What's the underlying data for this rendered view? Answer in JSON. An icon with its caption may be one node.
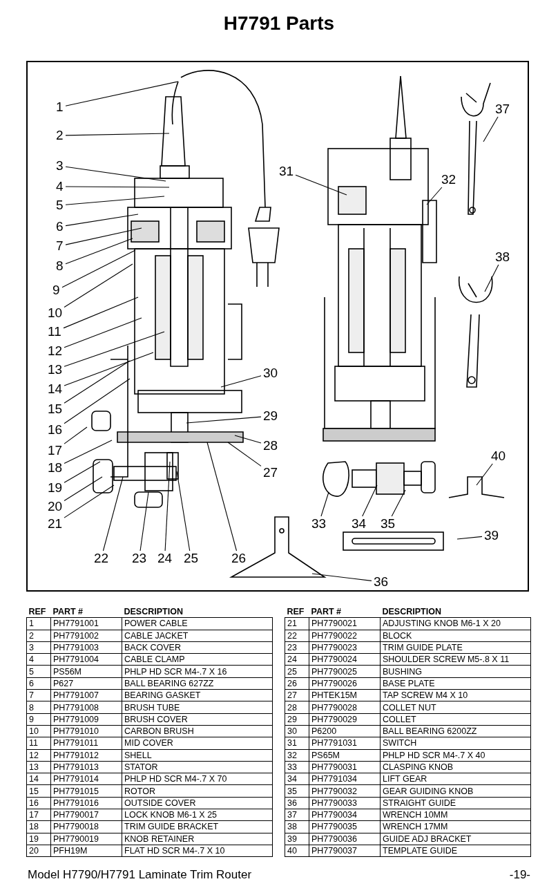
{
  "diagram": {
    "title": "H7791 Parts",
    "nodes": [
      {
        "text": [
          "1"
        ]
      },
      {
        "text": [
          "2"
        ]
      },
      {
        "text": [
          "3"
        ]
      },
      {
        "text": [
          "4"
        ]
      },
      {
        "text": [
          "5"
        ]
      },
      {
        "text": [
          "6"
        ]
      },
      {
        "text": [
          "7"
        ]
      },
      {
        "text": [
          "8"
        ]
      },
      {
        "text": [
          "9"
        ]
      },
      {
        "text": [
          "10"
        ]
      },
      {
        "text": [
          "11"
        ]
      },
      {
        "text": [
          "12"
        ]
      },
      {
        "text": [
          "13"
        ]
      },
      {
        "text": [
          "14"
        ]
      },
      {
        "text": [
          "15"
        ]
      },
      {
        "text": [
          "16"
        ]
      },
      {
        "text": [
          "17"
        ]
      },
      {
        "text": [
          "18"
        ]
      },
      {
        "text": [
          "19"
        ]
      },
      {
        "text": [
          "20"
        ]
      },
      {
        "text": [
          "21"
        ]
      },
      {
        "text": [
          "22"
        ]
      },
      {
        "text": [
          "23"
        ]
      },
      {
        "text": [
          "24"
        ]
      },
      {
        "text": [
          "25"
        ]
      },
      {
        "text": [
          "26"
        ]
      },
      {
        "text": [
          "27"
        ]
      },
      {
        "text": [
          "28"
        ]
      },
      {
        "text": [
          "29"
        ]
      },
      {
        "text": [
          "30"
        ]
      },
      {
        "text": [
          "31"
        ]
      },
      {
        "text": [
          "32"
        ]
      },
      {
        "text": [
          "33"
        ]
      },
      {
        "text": [
          "34"
        ]
      },
      {
        "text": [
          "35"
        ]
      },
      {
        "text": [
          "36"
        ]
      },
      {
        "text": [
          "37"
        ]
      },
      {
        "text": [
          "38"
        ]
      },
      {
        "text": [
          "39"
        ]
      },
      {
        "text": [
          "40"
        ]
      }
    ],
    "edges": [
      {
        "from": 0,
        "to": null,
        "arrow": "none"
      },
      {
        "from": 1,
        "to": null,
        "arrow": "none"
      },
      {
        "from": 2,
        "to": null,
        "arrow": "none"
      },
      {
        "from": 3,
        "to": null,
        "arrow": "none"
      },
      {
        "from": 4,
        "to": null,
        "arrow": "none"
      },
      {
        "from": 5,
        "to": null,
        "arrow": "none"
      },
      {
        "from": 6,
        "to": null,
        "arrow": "none"
      },
      {
        "from": 7,
        "to": null,
        "arrow": "none"
      },
      {
        "from": 8,
        "to": null,
        "arrow": "none"
      },
      {
        "from": 9,
        "to": null,
        "arrow": "none"
      },
      {
        "from": 10,
        "to": null,
        "arrow": "none"
      },
      {
        "from": 11,
        "to": null,
        "arrow": "none"
      },
      {
        "from": 12,
        "to": null,
        "arrow": "none"
      },
      {
        "from": 13,
        "to": null,
        "arrow": "none"
      },
      {
        "from": 14,
        "to": null,
        "arrow": "none"
      },
      {
        "from": 15,
        "to": null,
        "arrow": "none"
      },
      {
        "from": 16,
        "to": null,
        "arrow": "none"
      },
      {
        "from": 17,
        "to": null,
        "arrow": "none"
      },
      {
        "from": 18,
        "to": null,
        "arrow": "none"
      },
      {
        "from": 19,
        "to": null,
        "arrow": "none"
      },
      {
        "from": 20,
        "to": null,
        "arrow": "none"
      },
      {
        "from": 21,
        "to": null,
        "arrow": "none"
      },
      {
        "from": 22,
        "to": null,
        "arrow": "none"
      },
      {
        "from": 23,
        "to": null,
        "arrow": "none"
      },
      {
        "from": 24,
        "to": null,
        "arrow": "none"
      },
      {
        "from": 25,
        "to": null,
        "arrow": "none"
      },
      {
        "from": 26,
        "to": null,
        "arrow": "none"
      },
      {
        "from": 27,
        "to": null,
        "arrow": "none"
      },
      {
        "from": 28,
        "to": null,
        "arrow": "none"
      },
      {
        "from": 29,
        "to": null,
        "arrow": "none"
      },
      {
        "from": 30,
        "to": null,
        "arrow": "none"
      },
      {
        "from": 31,
        "to": null,
        "arrow": "none"
      },
      {
        "from": 32,
        "to": null,
        "arrow": "none"
      },
      {
        "from": 33,
        "to": null,
        "arrow": "none"
      },
      {
        "from": 34,
        "to": null,
        "arrow": "none"
      },
      {
        "from": 35,
        "to": null,
        "arrow": "none"
      },
      {
        "from": 36,
        "to": null,
        "arrow": "none"
      },
      {
        "from": 37,
        "to": null,
        "arrow": "none"
      },
      {
        "from": 38,
        "to": null,
        "arrow": "none"
      },
      {
        "from": 39,
        "to": null,
        "arrow": "none"
      }
    ],
    "labels": [
      "REF",
      "PART #",
      "DESCRIPTION",
      "1",
      "PH7791001",
      "POWER CABLE",
      "2",
      "PH7791002",
      "CABLE JACKET",
      "3",
      "PH7791003",
      "BACK COVER",
      "4",
      "PH7791004",
      "CABLE CLAMP",
      "5",
      "PS56M",
      "PHLP HD SCR M4-.7 X 16",
      "6",
      "P627",
      "BALL BEARING 627ZZ",
      "7",
      "PH7791007",
      "BEARING GASKET",
      "8",
      "PH7791008",
      "BRUSH TUBE",
      "9",
      "PH7791009",
      "BRUSH COVER",
      "10",
      "PH7791010",
      "CARBON BRUSH",
      "11",
      "PH7791011",
      "MID COVER",
      "12",
      "PH7791012",
      "SHELL",
      "13",
      "PH7791013",
      "STATOR",
      "14",
      "PH7791014",
      "PHLP HD SCR M4-.7 X 70",
      "15",
      "PH7791015",
      "ROTOR",
      "16",
      "PH7791016",
      "OUTSIDE COVER",
      "17",
      "PH7790017",
      "LOCK KNOB M6-1 X 25",
      "18",
      "PH7790018",
      "TRIM GUIDE BRACKET",
      "19",
      "PH7790019",
      "KNOB RETAINER",
      "20",
      "PFH19M",
      "FLAT HD SCR M4-.7 X 10",
      "REF",
      "PART #",
      "DESCRIPTION",
      "21",
      "PH7790021",
      "ADJUSTING KNOB M6-1 X 20",
      "22",
      "PH7790022",
      "BLOCK",
      "23",
      "PH7790023",
      "TRIM GUIDE PLATE",
      "24",
      "PH7790024",
      "SHOULDER SCREW M5-.8 X 11",
      "25",
      "PH7790025",
      "BUSHING",
      "26",
      "PH7790026",
      "BASE PLATE",
      "27",
      "PHTEK15M",
      "TAP SCREW M4 X 10",
      "28",
      "PH7790028",
      "COLLET NUT",
      "29",
      "PH7790029",
      "COLLET",
      "30",
      "P6200",
      "BALL BEARING 6200ZZ",
      "31",
      "PH7791031",
      "SWITCH",
      "32",
      "PS65M",
      "PHLP HD SCR M4-.7 X 40",
      "33",
      "PH7790031",
      "CLASPING KNOB",
      "34",
      "PH7791034",
      "LIFT GEAR",
      "35",
      "PH7790032",
      "GEAR GUIDING KNOB",
      "36",
      "PH7790033",
      "STRAIGHT GUIDE",
      "37",
      "PH7790034",
      "WRENCH 10MM",
      "38",
      "PH7790035",
      "WRENCH 17MM",
      "39",
      "PH7790036",
      "GUIDE ADJ BRACKET",
      "40",
      "PH7790037",
      "TEMPLATE GUIDE",
      "Model H7790/H7791 Laminate Trim Router",
      "-19-"
    ]
  }
}
